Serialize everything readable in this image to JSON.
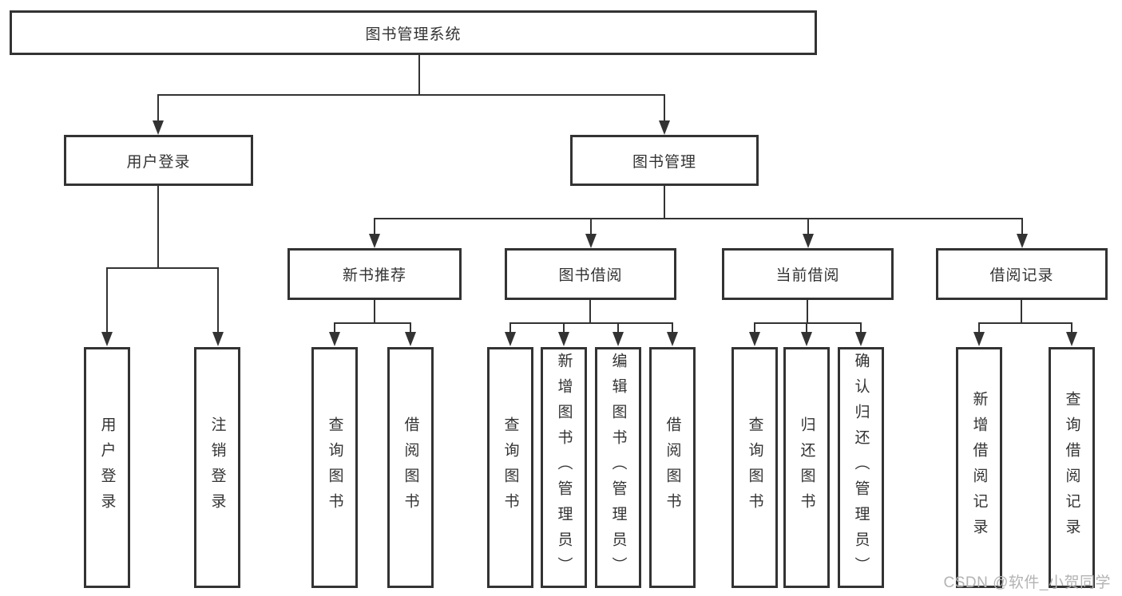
{
  "title": "图书管理系统",
  "watermark": {
    "text": "CSDN @软件_小贺同学"
  },
  "tree": {
    "root": {
      "label": "图书管理系统",
      "children": [
        {
          "label": "用户登录",
          "children": [
            {
              "label": "用户登录"
            },
            {
              "label": "注销登录"
            }
          ]
        },
        {
          "label": "图书管理",
          "children": [
            {
              "label": "新书推荐",
              "children": [
                {
                  "label": "查询图书"
                },
                {
                  "label": "借阅图书"
                }
              ]
            },
            {
              "label": "图书借阅",
              "children": [
                {
                  "label": "查询图书"
                },
                {
                  "label": "新增图书（管理员）"
                },
                {
                  "label": "编辑图书（管理员）"
                },
                {
                  "label": "借阅图书"
                }
              ]
            },
            {
              "label": "当前借阅",
              "children": [
                {
                  "label": "查询图书"
                },
                {
                  "label": "归还图书"
                },
                {
                  "label": "确认归还（管理员）"
                }
              ]
            },
            {
              "label": "借阅记录",
              "children": [
                {
                  "label": "新增借阅记录"
                },
                {
                  "label": "查询借阅记录"
                }
              ]
            }
          ]
        }
      ]
    }
  }
}
